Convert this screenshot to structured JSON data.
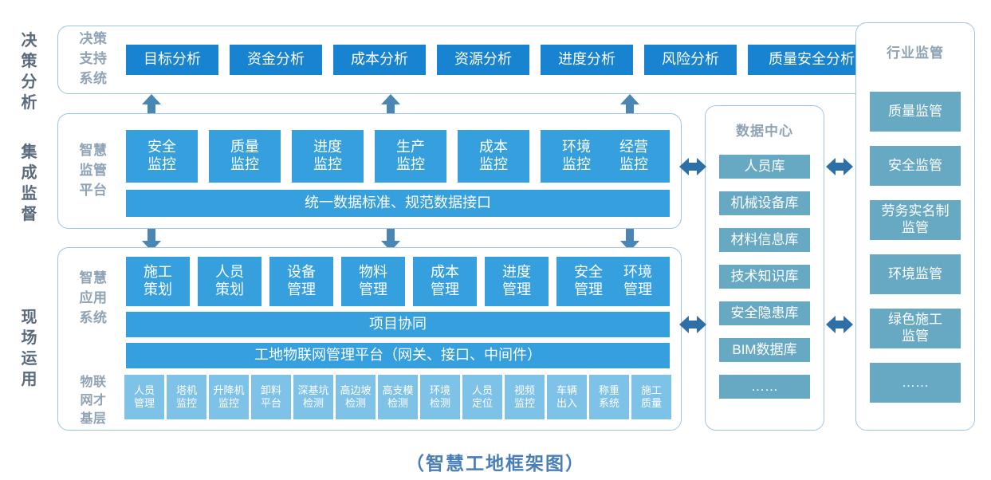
{
  "caption": "（智慧工地框架图）",
  "colors": {
    "chip_dark": "#1883d0",
    "chip_mid": "#35a0dd",
    "chip_pale": "#7fc2e8",
    "chip_steel": "#67a8c3",
    "panel_border": "#9fc4e0",
    "arrow": "#4a86b4",
    "label_text": "#5b6b7c",
    "group_label_text": "#8fa3b5",
    "caption_text": "#4a7fb5"
  },
  "tiers": [
    {
      "name": "decision",
      "label": "决策\n分析"
    },
    {
      "name": "integration",
      "label": "集成\n监督"
    },
    {
      "name": "onsite",
      "label": "现场\n运用"
    }
  ],
  "decision_row": {
    "group_label": "决策\n支持\n系统",
    "items": [
      {
        "label": "目标分析"
      },
      {
        "label": "资金分析"
      },
      {
        "label": "成本分析"
      },
      {
        "label": "资源分析"
      },
      {
        "label": "进度分析"
      },
      {
        "label": "风险分析"
      },
      {
        "label": "质量安全分析"
      }
    ]
  },
  "integration_row": {
    "group_label": "智慧\n监管\n平台",
    "items": [
      {
        "label": "安全\n监控"
      },
      {
        "label": "质量\n监控"
      },
      {
        "label": "进度\n监控"
      },
      {
        "label": "生产\n监控"
      },
      {
        "label": "成本\n监控"
      },
      {
        "label": "环境\n监控"
      },
      {
        "label": "经营\n监控"
      }
    ],
    "bar": "统一数据标准、规范数据接口"
  },
  "onsite_row": {
    "group_label": "智慧\n应用\n系统",
    "items": [
      {
        "label": "施工\n策划"
      },
      {
        "label": "人员\n策划"
      },
      {
        "label": "设备\n管理"
      },
      {
        "label": "物料\n管理"
      },
      {
        "label": "成本\n管理"
      },
      {
        "label": "进度\n管理"
      },
      {
        "label": "安全\n管理"
      },
      {
        "label": "环境\n管理"
      }
    ],
    "bar_collaboration": "项目协同",
    "bar_iot_platform": "工地物联网管理平台（网关、接口、中间件）"
  },
  "iot_row": {
    "group_label": "物联\n网才\n基层",
    "items": [
      {
        "label": "人员\n管理"
      },
      {
        "label": "塔机\n监控"
      },
      {
        "label": "升降机\n监控"
      },
      {
        "label": "卸料\n平台"
      },
      {
        "label": "深基坑\n检测"
      },
      {
        "label": "高边坡\n检测"
      },
      {
        "label": "高支模\n检测"
      },
      {
        "label": "环境\n检测"
      },
      {
        "label": "人员\n定位"
      },
      {
        "label": "视频\n监控"
      },
      {
        "label": "车辆\n出入"
      },
      {
        "label": "称重\n系统"
      },
      {
        "label": "施工\n质量"
      }
    ]
  },
  "data_center": {
    "title": "数据中心",
    "items": [
      {
        "label": "人员库"
      },
      {
        "label": "机械设备库"
      },
      {
        "label": "材料信息库"
      },
      {
        "label": "技术知识库"
      },
      {
        "label": "安全隐患库"
      },
      {
        "label": "BIM数据库"
      },
      {
        "label": "……"
      }
    ]
  },
  "supervision": {
    "title": "行业监管",
    "items": [
      {
        "label": "质量监管"
      },
      {
        "label": "安全监管"
      },
      {
        "label": "劳务实名制\n监管"
      },
      {
        "label": "环境监管"
      },
      {
        "label": "绿色施工\n监管"
      },
      {
        "label": "……"
      }
    ]
  }
}
